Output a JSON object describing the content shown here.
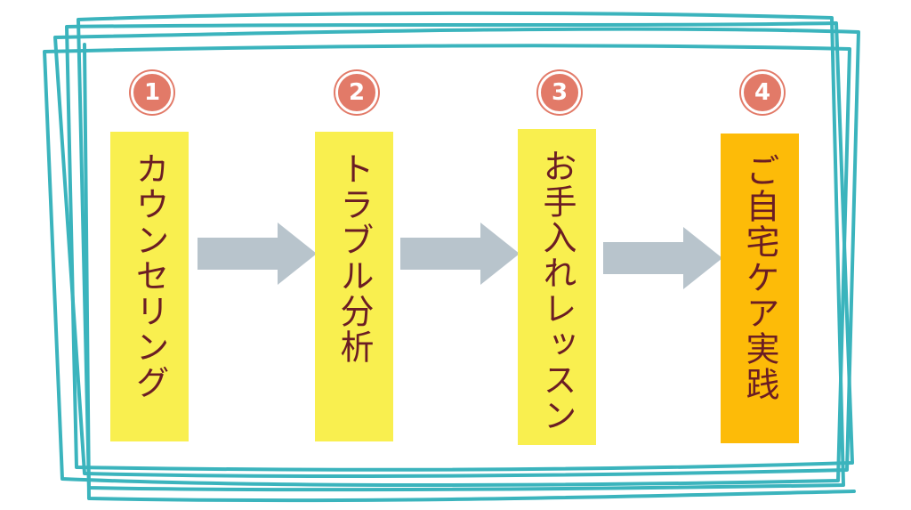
{
  "steps": [
    {
      "number": "1",
      "label": "カウンセリング",
      "color": "#f9ef4f"
    },
    {
      "number": "2",
      "label": "トラブル分析",
      "color": "#f9ef4f"
    },
    {
      "number": "3",
      "label": "お手入れレッスン",
      "color": "#f9ef4f"
    },
    {
      "number": "4",
      "label": "ご自宅ケア実践",
      "color": "#fdbb08"
    }
  ],
  "colors": {
    "frame": "#3bb4bd",
    "badge": "#e27a68",
    "arrow": "#b8c4cc",
    "text": "#6b1d24"
  }
}
